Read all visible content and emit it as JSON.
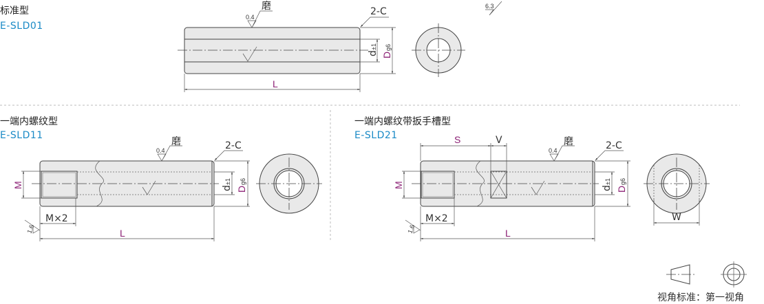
{
  "sections": [
    {
      "title": "标准型",
      "code": "E-SLD01"
    },
    {
      "title": "一端内螺纹型",
      "code": "E-SLD11"
    },
    {
      "title": "一端内螺纹带扳手槽型",
      "code": "E-SLD21"
    }
  ],
  "labels": {
    "grind": "磨",
    "roughness_fine": "0.4",
    "roughness_general": "6.3",
    "roughness_thread": "1.6",
    "chamfer": "2-C",
    "length": "L",
    "inner_d": "d",
    "inner_d_tol": "±1",
    "outer_D": "D",
    "outer_D_tol": "g6",
    "thread_M": "M",
    "thread_depth": "M×2",
    "slot_pos": "S",
    "slot_width": "V",
    "flat_width": "W"
  },
  "projection": {
    "label": "视角标准：第一视角"
  },
  "colors": {
    "dimension": "#8b1f74",
    "code": "#1a8ac6",
    "part_fill": "#e9e9e9"
  }
}
